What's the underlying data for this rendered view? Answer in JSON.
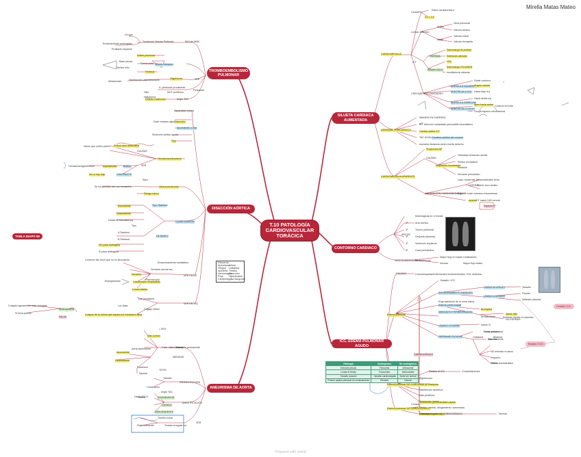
{
  "header": {
    "author": "Mirella Matas Mateo"
  },
  "center": {
    "title": "T.10 PATOLOGÍA CARDIOVASCULAR TORÁCICA"
  },
  "side_tag": "TABLA DIAPO 58",
  "footer": "Prepared with xmind",
  "main_nodes": {
    "trombo": "TROMBOEMBOLISMO PULMONAR",
    "diseccion": "DISECCIÓN AÓRTICA",
    "aneurisma": "ANEURISMA DE AORTA",
    "silueta": "SILUETA CARDIACA AUMENTADA",
    "contorno": "CONTORNO CARDIACO",
    "edema": "ICC, EDEMA PULMONAR AGUDO"
  },
  "side_badges": {
    "icc": "Estadio I ICC",
    "estadio2": "Estadio II ICC"
  },
  "edema_table": {
    "header": [
      "Patología",
      "Cardiogénico",
      "No cardiogénico"
    ],
    "rows": [
      [
        "Derrame pleural",
        "Frecuente",
        "Infrecuente"
      ],
      [
        "Líneas B Kerley",
        "Frecuentes",
        "Infrecuentes"
      ],
      [
        "Tamaño corazón",
        "↑ tamaño cardiomegalia",
        "Suele ser normal"
      ],
      [
        "Presión capilar pulmonar de enclavamiento",
        "Elevada",
        "Normal"
      ]
    ]
  },
  "labels": {
    "trombo": [
      "Cirugía",
      "Encamamiento prolongado",
      "Trombosis Venosa Profunda",
      "90% de MMII",
      "Profilaxis heparina",
      "Infarto pulmonar",
      "Base pleura",
      "Vértice hilio",
      "Forma cuña",
      "Joroba Hampton",
      "Periferia",
      "Disminución vascularización",
      "Oligohemia",
      "Westermark",
      "VER",
      "A. pulmonar prominente",
      "Hilio",
      "Fleischner",
      "Hiatotomía",
      "MUY periférica",
      "Defecto replección",
      "Angio TAC"
    ],
    "diseccion": [
      "Separación íntima",
      "Dolor torácico agudo",
      "Disección",
      "Ascendente o Dist",
      "Síndrome aórtico agudo",
      "Tipo",
      "Rotura saco aneurisma",
      "Vasos que nutren pared",
      "CAUSAS",
      "Hematoma intramural",
      "Hematoma ligamentoso",
      "Impedancias",
      "BASAL",
      "VER",
      "CONTRASTE",
      "Ver si hay flujo",
      "Úlcera penetrante",
      "Saco",
      "Se ha quedado ahí con escalofrío",
      "Riesgo rotura",
      "Tipo: Stanford",
      "Ascendente",
      "Descendente",
      "Desde la subclavia izq",
      "CLASIFICACIÓN",
      "Tipo",
      "A Stanford",
      "B Stanford",
      "DE BAKEY",
      "NO pasa diafragma",
      "Sí pasa diafragma",
      "Contorno liso doce que no es del pulmón",
      "Ensanchamiento mediastino",
      "Derrame pleural izq",
      "Derrame",
      "VER EN RX",
      "Pleuroscopia",
      "Empujamiento",
      "Calcificación desplazada",
      "Líneas fatales",
      "Colapso de la íntima que separa luz verdadera falsa",
      "VER EN TAC",
      "Luz verdadera",
      "Luz falsa",
      "Colgajo íntimo",
      "Coágulo ligeramente más contraste",
      "Sí llena precoz",
      "VERDADERA",
      "FALSA"
    ],
    "aneurisma": [
      "> 50%",
      "Más común",
      "Dilatación permanente",
      "Color íntimo arterial",
      "Ascendente",
      "Aorta ascendente",
      "Descendente",
      "MEDIDAS",
      "Fusiforme",
      "Sacular",
      "TIPOS",
      "Tamaño",
      "RIESGO ROTURA",
      "Crecimiento",
      "Angio TAC",
      "Íntima",
      "ASCENDENTE",
      "IDENTIFICACIÓN",
      "Hacia ARCO",
      "CAYADO",
      "DESCENDENTE",
      "Trombo mural",
      "Flujo turbulento",
      "Tensión irregular luz",
      "VER"
    ],
    "silueta": [
      "CARDIOMEGALIA",
      "CUADRO",
      "ICI > 0.5",
      "Índice cardiotorácico",
      "Líneas Jefferson",
      "Arriba",
      "Vena pulmonar",
      "Válvula aórtica",
      "Abajo",
      "Válvula mitral",
      "Válvula tricúspide",
      "Sobrecarga de presión",
      "ICT",
      "NORMAL",
      "Estenosis válvulas",
      "HTA",
      "Sobrecarga VOLUMEN",
      "AUMENTADO",
      "Insuficiencia válvulas",
      "CRECIMIENTO CAVIDADES",
      "AURÍCULA IZQUIERDA",
      "Doble contorno",
      "Ángulo carinal",
      "VENTRÍCULO IZQ",
      "Hacia bajo izq",
      "AURÍCULA DERECHA",
      "Hacia arriba izq",
      "Apex hacia arriba",
      "VENTRÍCULO DCHO",
      "Corazón en bota",
      "Ocupa espacio retroesternal",
      "DERRAME PERICÁRDICO",
      "IMAGEN EN GARRAFA",
      "ICT",
      "ICT infección metástasis pericarditis traumatismo",
      "Cambio súbito ICT",
      "TAC AXIAL",
      "Cambios súbitos del corazón",
      "Aumento distancia centro borde derecho",
      "CARDIOMEGALIA APARENTE",
      "Proyección AP",
      "CAUSAS",
      "Inspiración insuficiente",
      "Obesidad embarazo ascitis",
      "Pectus excavatum",
      "Rotación",
      "Derrame pericárdico",
      "Lado: esclerosis paravertebrales dcha",
      "Primer arco aórtico",
      "Espacio entre columna retroesternal",
      "VALORACIÓN CARDIOMEGALIA",
      "LATERAL",
      "ICT hasta 0.60 normal",
      "Arterial",
      "Espacio 2º"
    ],
    "contorno": [
      "Morfológicas en rx frontal",
      "1º",
      "Arco aórtico",
      "2º",
      "Tronco pulmonar",
      "ARCOS",
      "3º",
      "Orejuela izquierda",
      "4º",
      "Ventrículo izquierdo",
      "5º",
      "Cava pericárdica",
      "Mayor flujo en bases",
      "Normal",
      "VASCULARIZACIÓN",
      "Redistribución",
      "Cefalización",
      "Mayor flujo bases"
    ],
    "edema": [
      "CAUSAS",
      "Coronariopatías/enfermedad tromboembólica, HTA, arritmias",
      "Estadio I ICC",
      "LÍNEAS B KERLEY",
      "Tamaño",
      "ENGROSAMIENTO PAREDES",
      "LÍNEAS A KERLEY",
      "Fisuras",
      "Infiltrado alveolar",
      "Edema pulmonar",
      "Engrosamiento de la zona vasos",
      "Edema peribronquial",
      "MANGUITO PERIBRONQUIAL",
      "Bronquios",
      "Vasos hilio",
      "Arrollamiento",
      "NO EDEMAS",
      "Acúmulo líquido en paredes",
      "LÍQUIDO CISURAL",
      "Vasos VI",
      "Lecho pleural",
      "DERRAME PLEURAL",
      "Fuera en terminal",
      "Unilateral",
      "Bilateral",
      "Más frecuente",
      "Derecha",
      "NO entraba ni vasos",
      "Pequeño",
      "Grave",
      "Edema paracardiaco",
      "CARDIOGÉNICO",
      "Edema pulmonar NO CARDIOGÉNICO",
      "Estadio III ICC",
      "Consolidaciones",
      "Algodonoso",
      "Alas de mariposa",
      "Distribución simétrica",
      "Más periférico",
      "Resolución rápida",
      "Corazón",
      "Incremento permeabilidad capilar",
      "Sepsis, uremia, ahogamiento, sobredosis",
      "Visión en negatoscopio",
      "Edema pulmonar NO CARDIOGÉNICO",
      "Normal",
      "Contraste",
      "Edema pulmonar NO CARDIOGÉNICO"
    ],
    "legend": [
      "Recuerda",
      "Aneurisma",
      "Pliegue",
      "Aumenta",
      "Hemorrágico",
      "Flujo",
      "Íntima",
      "Unilateral",
      "Trombo",
      "Disección",
      "Hipertensión",
      "Sangrado",
      "Cardiomegalia"
    ]
  }
}
